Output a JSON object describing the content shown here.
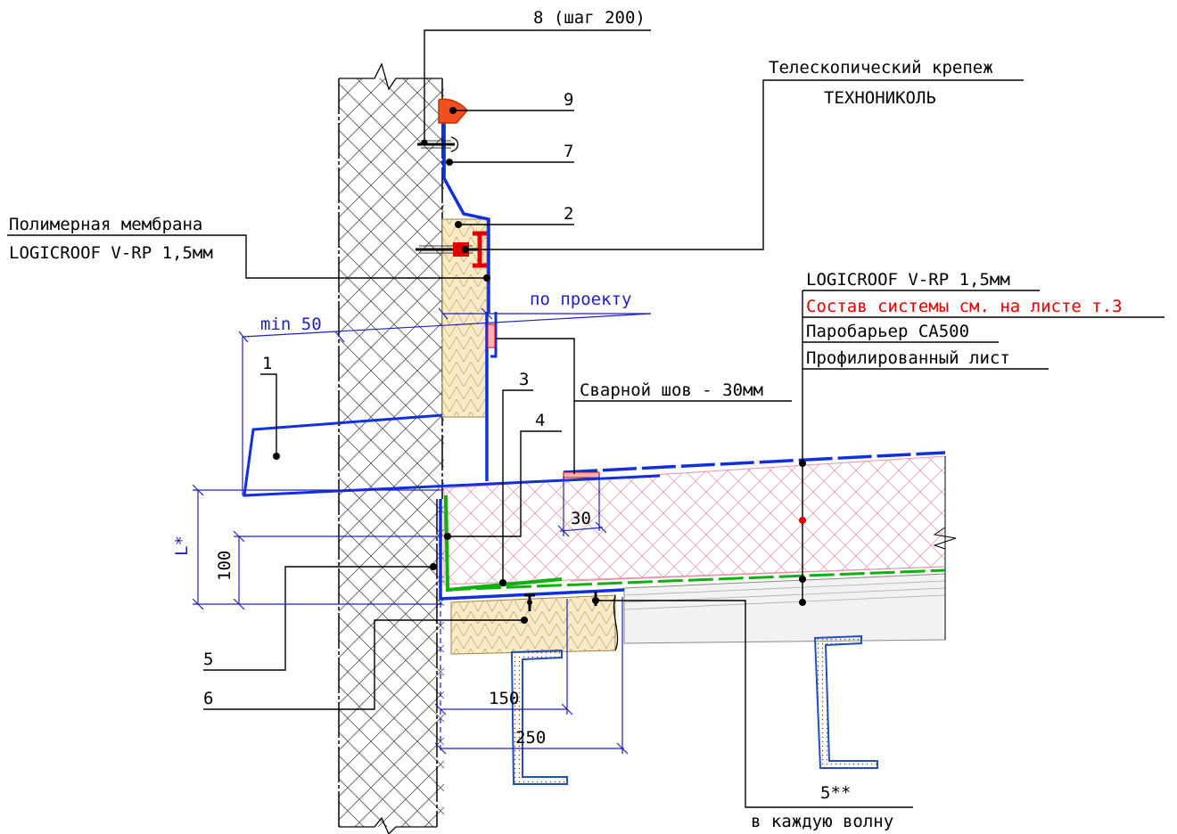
{
  "labels": {
    "n8": "8 (шаг 200)",
    "tele1": "Телескопический крепеж",
    "tele2": "ТЕХНОНИКОЛЬ",
    "n9": "9",
    "n7": "7",
    "n2": "2",
    "mem1": "Полимерная мембрана",
    "mem2": "LOGICROOF V-RP 1,5мм",
    "proekt": "по проекту",
    "min50": "min 50",
    "n1": "1",
    "n3": "3",
    "n4": "4",
    "weld": "Сварной шов - 30мм",
    "sys1": "LOGICROOF V-RP 1,5мм",
    "sys2": "Состав системы см. на листе т.3",
    "sys3": "Паробарьер СА500",
    "sys4": "Профилированный лист",
    "dimL": "L*",
    "dim100": "100",
    "dim30": "30",
    "dim150": "150",
    "dim250": "250",
    "n5": "5",
    "n6": "6",
    "n5s": "5**",
    "wave": "в каждую волну"
  },
  "colors": {
    "membrane": "#1030e0",
    "vapor": "#10b010",
    "red": "#e00000",
    "insulation": "#f8ecc8",
    "dims": "#2020c0"
  }
}
